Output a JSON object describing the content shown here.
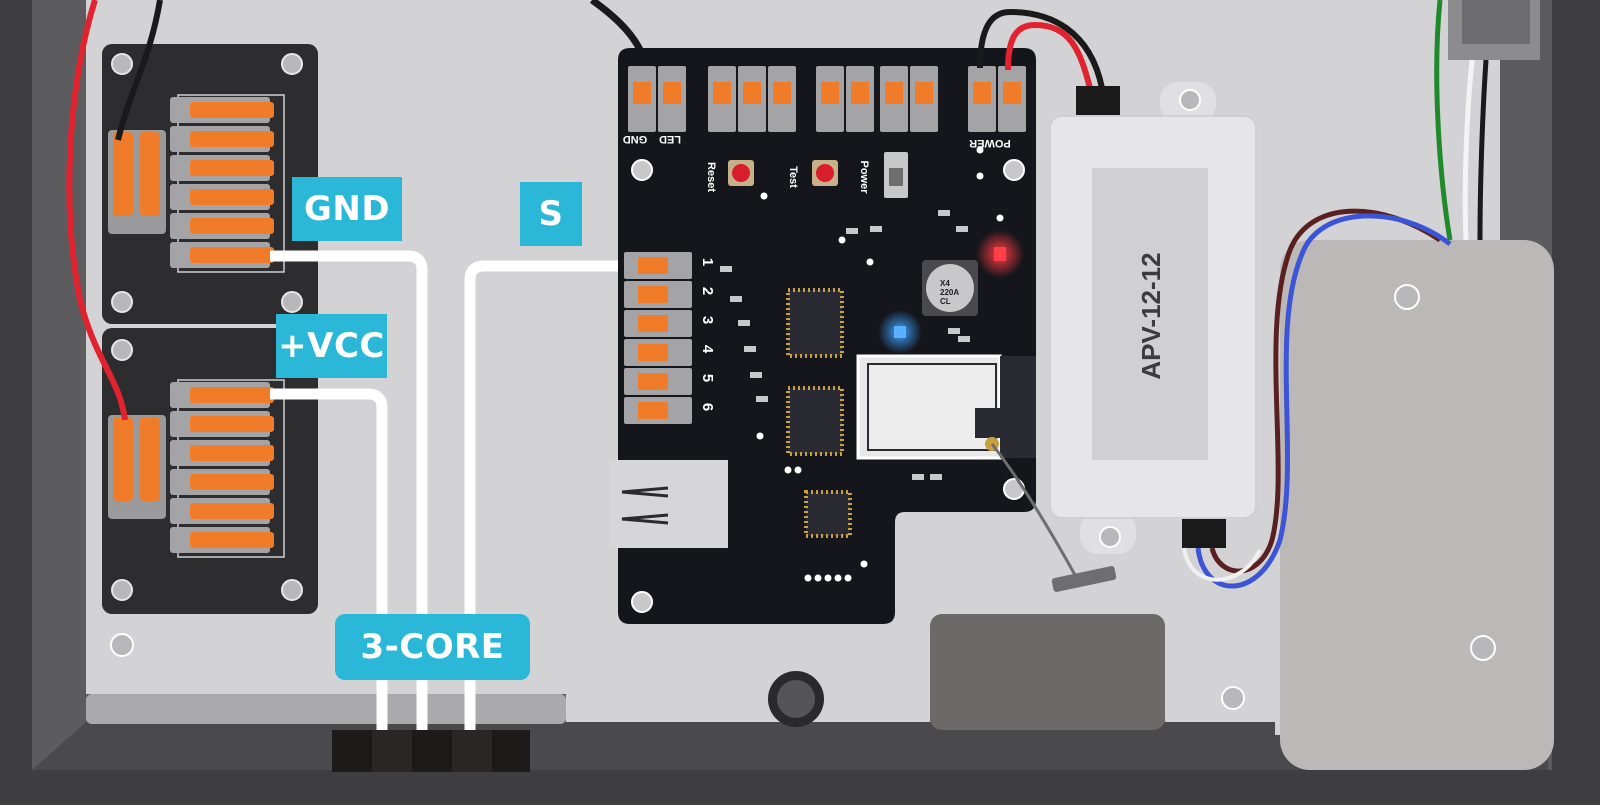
{
  "callouts": {
    "gnd": "GND",
    "vcc": "+VCC",
    "signal": "S",
    "cable": "3-CORE"
  },
  "controller_board": {
    "top_terminals": [
      "GND",
      "LED",
      "POWER"
    ],
    "buttons": [
      "Reset",
      "Test",
      "Power"
    ],
    "channel_numbers": [
      "1",
      "2",
      "3",
      "4",
      "5",
      "6"
    ],
    "capacitor_text": [
      "X4",
      "220A",
      "CL"
    ],
    "status_leds": [
      "red-led",
      "blue-led"
    ]
  },
  "power_supply": {
    "model": "APV-12-12"
  },
  "colors": {
    "enclosure": "#3e3e40",
    "backplate": "#d2d2d4",
    "pcb": "#15161c",
    "callout": "#2bb7d8",
    "lever": "#f07c2a",
    "wire_red": "#e0232e",
    "wire_blue": "#3b55d6",
    "wire_brown": "#5a2020",
    "wire_green": "#1f8a2c"
  }
}
